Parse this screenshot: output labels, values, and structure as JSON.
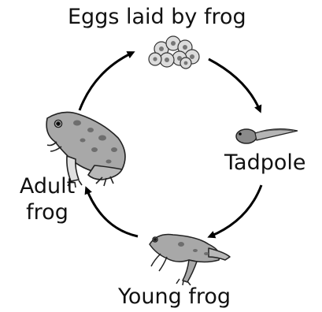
{
  "diagram": {
    "stages": {
      "eggs": "Eggs laid by frog",
      "tadpole": "Tadpole",
      "young": "Young frog",
      "adult_line1": "Adult",
      "adult_line2": "frog"
    },
    "colors": {
      "arrow": "#000000",
      "ink": "#222222",
      "frog_fill": "#a8a8a8",
      "spots": "#6e6e6e",
      "egg_fill": "#d9d9d9",
      "belly": "#e6e6e6"
    }
  }
}
